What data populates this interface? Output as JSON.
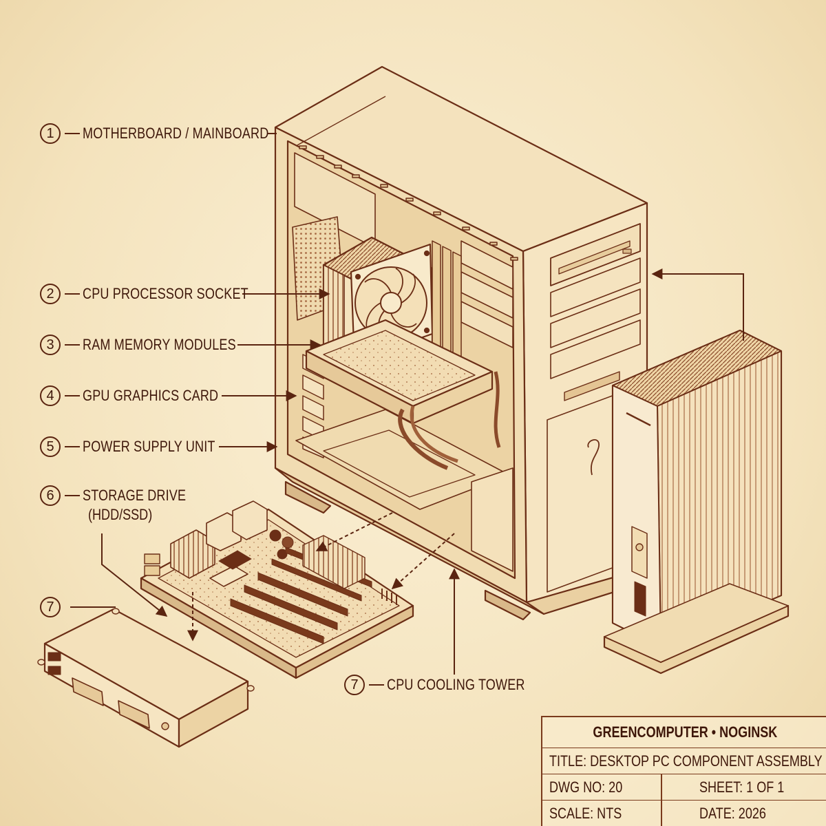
{
  "callouts": [
    {
      "num": "1",
      "label": "MOTHERBOARD / MAINBOARD"
    },
    {
      "num": "2",
      "label": "CPU PROCESSOR SOCKET"
    },
    {
      "num": "3",
      "label": "RAM MEMORY MODULES"
    },
    {
      "num": "4",
      "label": "GPU GRAPHICS CARD"
    },
    {
      "num": "5",
      "label": "POWER SUPPLY UNIT"
    },
    {
      "num": "6",
      "label_line1": "STORAGE DRIVE",
      "label_line2": "(HDD/SSD)"
    },
    {
      "num": "7"
    },
    {
      "num": "7",
      "label": "CPU COOLING TOWER"
    }
  ],
  "title_block": {
    "company": "GREENCOMPUTER • NOGINSK",
    "title": "TITLE: DESKTOP PC COMPONENT ASSEMBLY",
    "dwg_no": "DWG NO: 20",
    "sheet": "SHEET: 1 OF 1",
    "scale": "SCALE: NTS",
    "date": "DATE: 2026"
  },
  "colors": {
    "paper": "#f5e7c6",
    "ink": "#6b2e16",
    "part_fill": "#f7e8c8",
    "dark": "#5a2410"
  }
}
